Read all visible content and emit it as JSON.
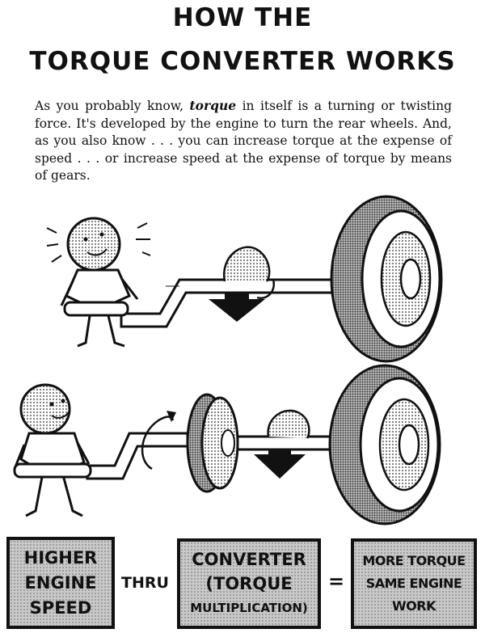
{
  "title": {
    "line1": "HOW THE",
    "line2": "TORQUE CONVERTER WORKS"
  },
  "intro": {
    "before": "As you probably know, ",
    "emphasis": "torque",
    "after": " in itself is a turning or twisting force. It's developed by the engine to turn the rear wheels. And, as you also know . . . you can increase torque at the expense of speed . . . or increase speed at the expense of torque by means of gears."
  },
  "equation": {
    "box1": {
      "line1": "HIGHER",
      "line2": "ENGINE",
      "line3": "SPEED"
    },
    "op1": "THRU",
    "box2": {
      "line1": "CONVERTER",
      "line2": "(TORQUE",
      "line3": "MULTIPLICATION)"
    },
    "op2": "=",
    "box3": {
      "line1": "MORE TORQUE",
      "line2": "SAME ENGINE",
      "line3": "WORK"
    }
  },
  "colors": {
    "ink": "#111111",
    "shade": "#c9c9c9",
    "paper": "#ffffff"
  }
}
